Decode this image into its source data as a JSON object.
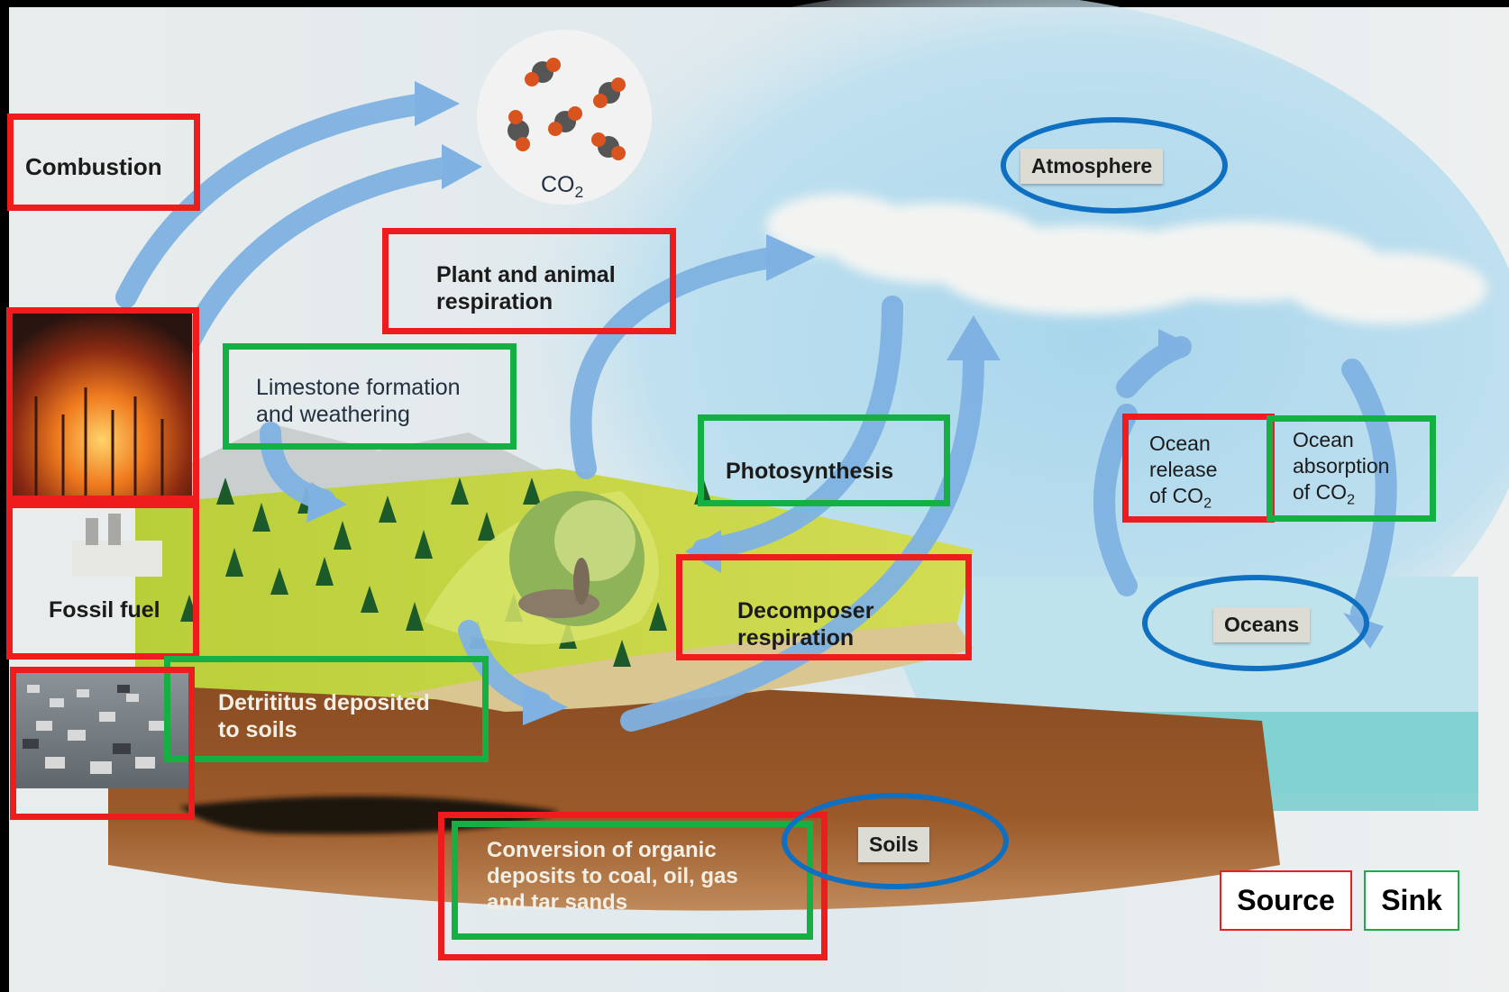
{
  "diagram": {
    "co2_label": "CO",
    "co2_sub": "2",
    "labels": {
      "combustion": "Combustion",
      "atmosphere": "Atmosphere",
      "plant_animal_respiration": [
        "Plant and animal",
        "respiration"
      ],
      "limestone": [
        "Limestone formation",
        "and weathering"
      ],
      "photosynthesis": "Photosynthesis",
      "ocean_release": [
        "Ocean",
        "release",
        "of CO"
      ],
      "ocean_absorption": [
        "Ocean",
        "absorption",
        "of CO"
      ],
      "subscript_2": "2",
      "fossil_fuel": "Fossil fuel",
      "decomposer_respiration": [
        "Decomposer",
        "respiration"
      ],
      "oceans": "Oceans",
      "detritus": [
        "Detrititus deposited",
        "to soils"
      ],
      "conversion": [
        "Conversion of organic",
        "deposits to coal, oil, gas",
        "and tar sands"
      ],
      "soils": "Soils"
    },
    "legend": {
      "source": "Source",
      "sink": "Sink"
    },
    "colors": {
      "source_border": "#ee1c1c",
      "sink_border": "#14b043",
      "reservoir_ellipse": "#0f6fc0",
      "arrow": "#7fb2e2"
    }
  }
}
